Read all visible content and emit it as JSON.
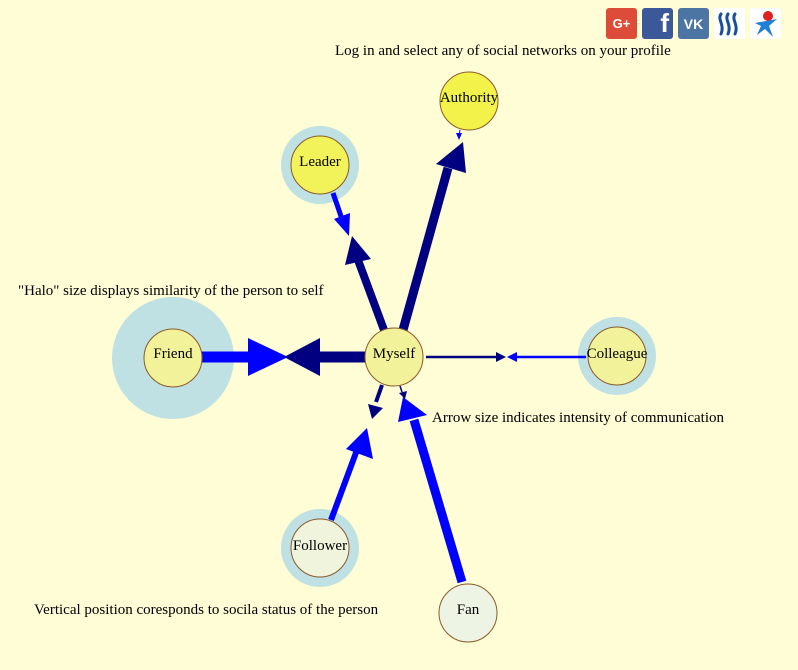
{
  "social_networks": [
    {
      "id": "google-plus",
      "label": "G+"
    },
    {
      "id": "facebook",
      "label": "f"
    },
    {
      "id": "vkontakte",
      "label": "VK"
    },
    {
      "id": "steemit",
      "label": ""
    },
    {
      "id": "other-network",
      "label": ""
    }
  ],
  "notes": {
    "login": "Log in and select any of social networks on your profile",
    "halo": "\"Halo\" size displays similarity of the person to self",
    "arrow": "Arrow size indicates intensity of communication",
    "vertical": "Vertical position coresponds to socila status of the person"
  },
  "nodes": {
    "myself": "Myself",
    "authority": "Authority",
    "leader": "Leader",
    "friend": "Friend",
    "colleague": "Colleague",
    "follower": "Follower",
    "fan": "Fan"
  },
  "colors": {
    "background": "#fffdd5",
    "halo": "#bfe1e3",
    "outgoing_arrow": "#000080",
    "incoming_arrow": "#0000ff",
    "node_stroke": "#8b5a2b"
  }
}
